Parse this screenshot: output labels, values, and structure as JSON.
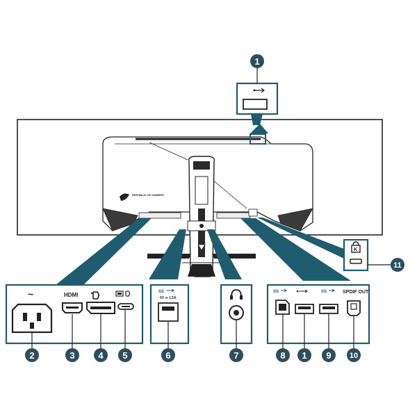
{
  "callouts": {
    "c1_top": "1",
    "c2": "2",
    "c3": "3",
    "c4": "4",
    "c5": "5",
    "c6": "6",
    "c7": "7",
    "c8": "8",
    "c1_bottom": "1",
    "c9": "9",
    "c10": "10",
    "c11": "11"
  },
  "port_labels": {
    "ac_in": "~",
    "hdmi": "HDMI",
    "spdif_out": "SPDIF OUT",
    "usb3_rating": "5V ⎓ 1.5A",
    "rog_badge": "REPUBLIC OF GAMERS"
  },
  "colors": {
    "accent": "#1f5c70",
    "callout": "#2d4e5c",
    "line": "#222222"
  },
  "icons": {
    "usb": "usb-icon",
    "displayport": "displayport-icon",
    "headphone": "headphone-icon",
    "kensington_lock": "lock-icon",
    "usb_c": "usb-c-icon",
    "usb_b": "usb-b-icon"
  }
}
